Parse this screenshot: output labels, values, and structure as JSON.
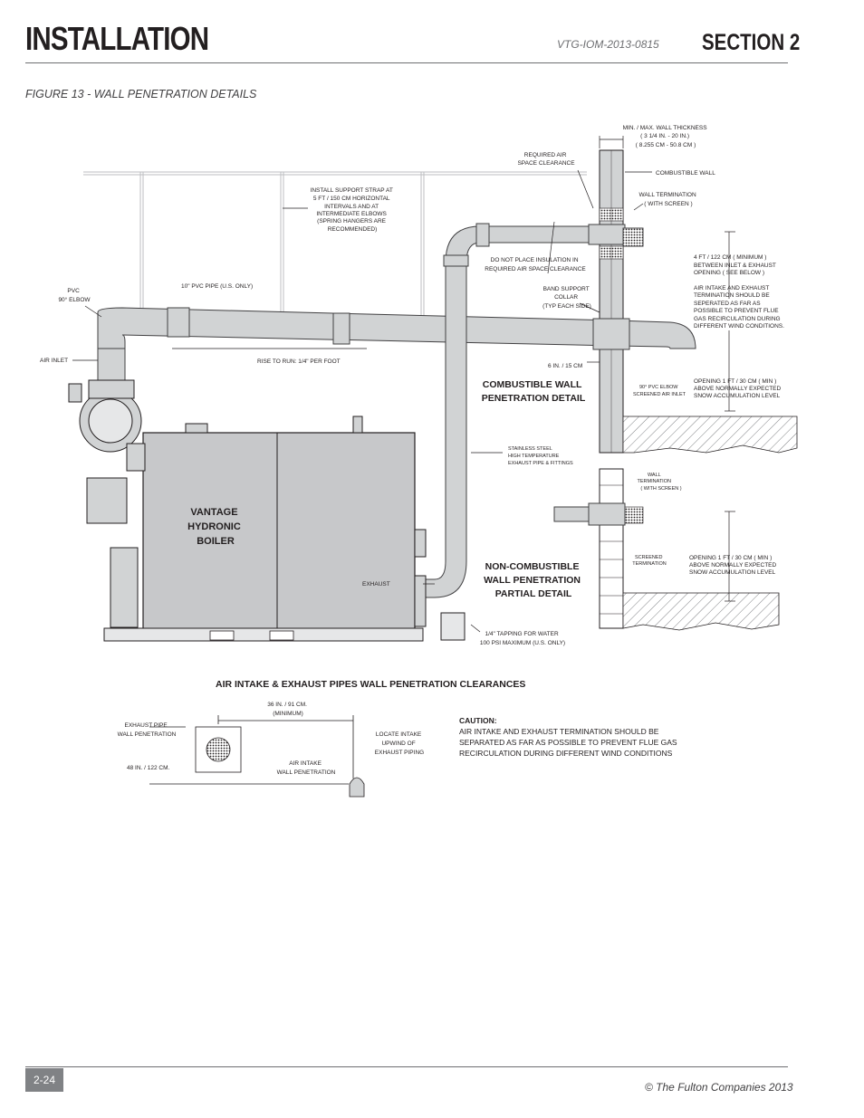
{
  "header": {
    "title": "INSTALLATION",
    "doc_code": "VTG-IOM-2013-0815",
    "section": "SECTION 2"
  },
  "figure": {
    "caption": "FIGURE 13 - WALL PENETRATION DETAILS",
    "labels": {
      "wall_thickness": [
        "MIN. / MAX. WALL THICKNESS",
        "( 3 1/4 IN. - 20 IN.)",
        "( 8.255 CM - 50.8 CM )"
      ],
      "required_air": [
        "REQUIRED AIR",
        "SPACE CLEARANCE"
      ],
      "combustible_wall": "COMBUSTIBLE WALL",
      "wall_term_top": [
        "WALL TERMINATION",
        "( WITH SCREEN )"
      ],
      "support_strap": [
        "INSTALL SUPPORT STRAP AT",
        "5 FT / 150 CM HORIZONTAL",
        "INTERVALS AND AT",
        "INTERMEDIATE ELBOWS",
        "(SPRING HANGERS ARE",
        "RECOMMENDED)"
      ],
      "insulation": [
        "DO NOT PLACE INSULATION IN",
        "REQUIRED AIR SPACE CLEARANCE"
      ],
      "four_ft": [
        "4 FT / 122 CM ( MINIMUM )",
        "BETWEEN INLET & EXHAUST",
        "OPENING ( SEE BELOW )"
      ],
      "separated": [
        "AIR INTAKE AND EXHAUST",
        "TERMINATION SHOULD BE",
        "SEPERATED AS FAR AS",
        "POSSIBLE TO PREVENT FLUE",
        "GAS RECIRCULATION DURING",
        "DIFFERENT WIND CONDITIONS."
      ],
      "pvc_elbow": [
        "PVC",
        "90° ELBOW"
      ],
      "pvc_pipe": "10\" PVC PIPE (U.S. ONLY)",
      "band_collar": [
        "BAND SUPPORT",
        "COLLAR",
        "(TYP EACH SIDE)"
      ],
      "air_inlet": "AIR INLET",
      "rise_run": "RISE TO RUN: 1/4\" PER FOOT",
      "six_in": "6 IN. / 15 CM",
      "pvc_screened": [
        "90° PVC ELBOW",
        "SCREENED AIR INLET"
      ],
      "opening_top": [
        "OPENING 1 FT / 30 CM ( MIN )",
        "ABOVE NORMALLY EXPECTED",
        "SNOW ACCUMULATION LEVEL"
      ],
      "comb_detail": [
        "COMBUSTIBLE WALL",
        "PENETRATION DETAIL"
      ],
      "stainless": [
        "STAINLESS STEEL",
        "HIGH TEMPERATURE",
        "EXHAUST PIPE & FITTINGS"
      ],
      "wall_term_bot": [
        "WALL",
        "TERMINATION",
        "( WITH SCREEN )"
      ],
      "boiler": [
        "VANTAGE",
        "HYDRONIC",
        "BOILER"
      ],
      "screened_term": [
        "SCREENED",
        "TERMINATION"
      ],
      "opening_bot": [
        "OPENING 1 FT / 30 CM ( MIN )",
        "ABOVE NORMALLY EXPECTED",
        "SNOW ACCUMULATION LEVEL"
      ],
      "noncomb_detail": [
        "NON-COMBUSTIBLE",
        "WALL PENETRATION",
        "PARTIAL DETAIL"
      ],
      "exhaust": "EXHAUST",
      "tapping": [
        "1/4\" TAPPING FOR WATER",
        "100 PSI MAXIMUM (U.S. ONLY)"
      ]
    }
  },
  "clearances": {
    "title": "AIR INTAKE & EXHAUST PIPES WALL PENETRATION CLEARANCES",
    "dist_36": [
      "36 IN. / 91 CM.",
      "(MINIMUM)"
    ],
    "exhaust_pen": [
      "EXHAUST PIPE",
      "WALL PENETRATION"
    ],
    "locate_intake": [
      "LOCATE INTAKE",
      "UPWIND OF",
      "EXHAUST PIPING"
    ],
    "dist_48": "48 IN. / 122 CM.",
    "air_intake_pen": [
      "AIR INTAKE",
      "WALL PENETRATION"
    ],
    "caution_title": "CAUTION:",
    "caution_lines": [
      "AIR INTAKE AND EXHAUST TERMINATION SHOULD BE",
      "SEPARATED AS FAR AS  POSSIBLE TO PREVENT FLUE GAS",
      "RECIRCULATION DURING DIFFERENT WIND CONDITIONS"
    ]
  },
  "footer": {
    "page_number": "2-24",
    "copyright": "© The Fulton Companies 2013"
  }
}
